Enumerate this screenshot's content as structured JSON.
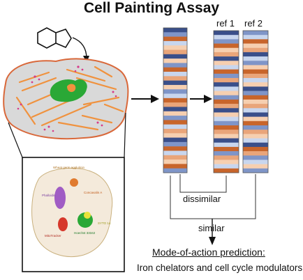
{
  "title": "Cell Painting Assay",
  "reference_labels": [
    "ref 1",
    "ref 2"
  ],
  "comparison": {
    "dissimilar": "dissimilar",
    "similar": "similar"
  },
  "prediction": {
    "heading": "Mode-of-action prediction:",
    "result": "Iron chelators and cell cycle modulators"
  },
  "stains": {
    "wheat_germ": "Wheat germ agglutinin",
    "phalloidin": "Phalloidin",
    "concanavalin": "Concavalin A",
    "mitotracker": "MitoTracker",
    "syto": "SYTO 14",
    "hoechst": "Hoechst 33342"
  },
  "colors": {
    "dark_blue": "#3a4f8a",
    "mid_blue": "#7f95c8",
    "light_blue": "#c8d6ee",
    "light_orange": "#f6cfb0",
    "mid_orange": "#e9a57a",
    "dark_orange": "#c8652b",
    "nucleus_green": "#2aa836",
    "cytoskeleton_orange": "#f0923e",
    "cell_outline": "#d9683a",
    "dot_pink": "#d63a8a"
  },
  "icon_names": [
    "molecule-structure-icon",
    "cell-drawing",
    "stained-cell-drawing"
  ]
}
